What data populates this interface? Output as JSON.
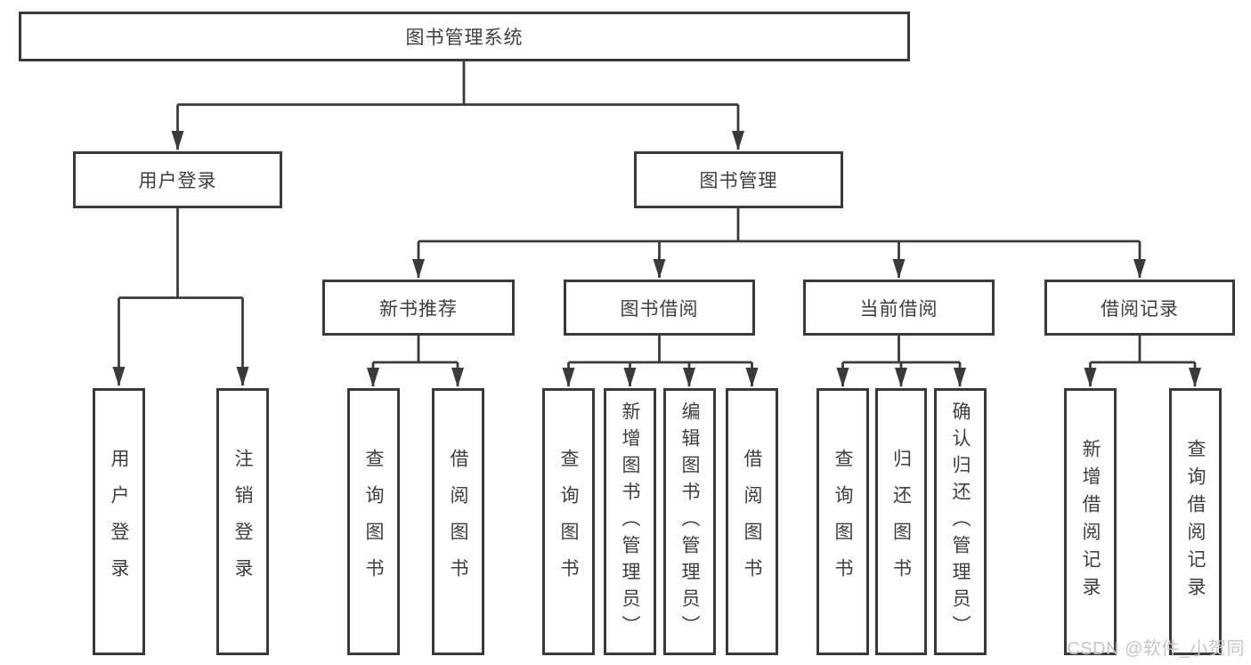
{
  "colors": {
    "line": "#3a3a3a",
    "text": "#3e3e3e",
    "node_fill": "#ffffff",
    "background": "#ffffff",
    "watermark": "#cbc3c3"
  },
  "nodes": {
    "root": "图书管理系统",
    "user_login": "用户登录",
    "book_mgmt": "图书管理",
    "new_book_rec": "新书推荐",
    "book_borrow": "图书借阅",
    "current_borrow": "当前借阅",
    "borrow_records": "借阅记录",
    "leaf_user_login": "用户登录",
    "leaf_logout": "注销登录",
    "leaf_nbr_search": "查询图书",
    "leaf_nbr_borrow": "借阅图书",
    "leaf_bb_search": "查询图书",
    "leaf_bb_add": "新增图书（管理员）",
    "leaf_bb_edit": "编辑图书（管理员）",
    "leaf_bb_borrow": "借阅图书",
    "leaf_cb_search": "查询图书",
    "leaf_cb_return": "归还图书",
    "leaf_cb_confirm": "确认归还（管理员）",
    "leaf_br_add": "新增借阅记录",
    "leaf_br_search": "查询借阅记录"
  },
  "watermark": "CSDN @软件_小贺同学"
}
